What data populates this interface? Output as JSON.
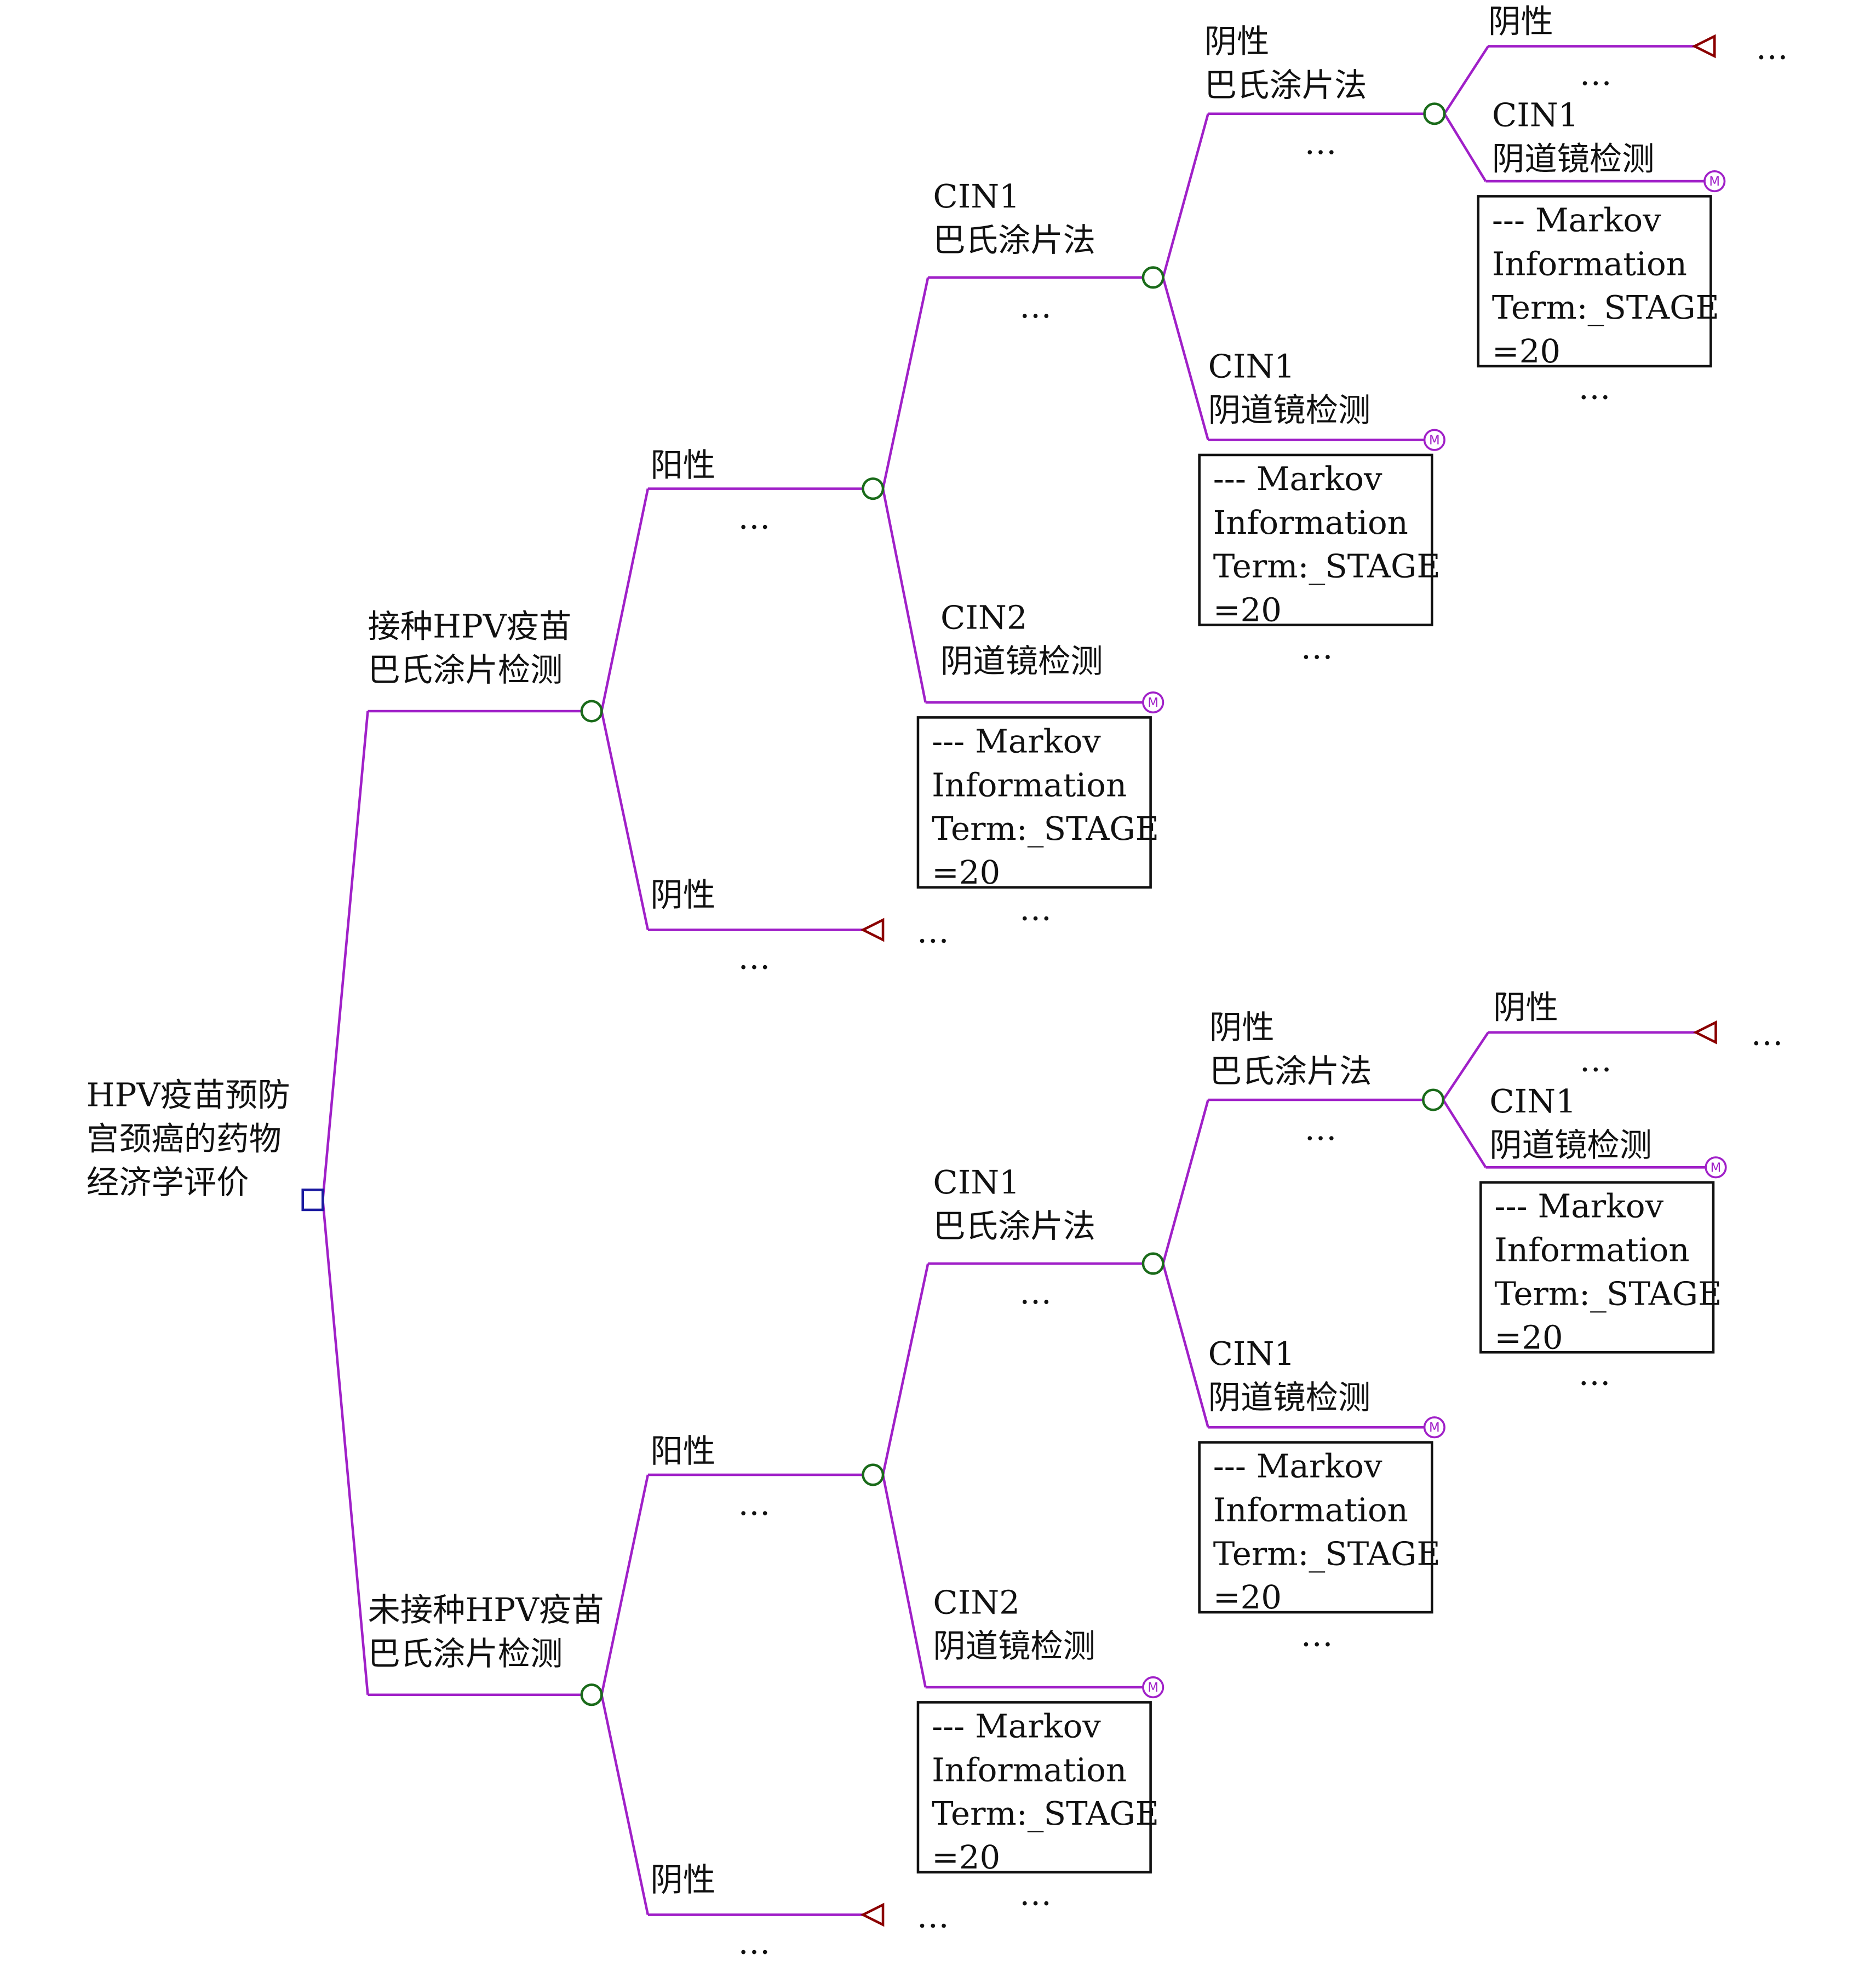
{
  "colors": {
    "branch": "#a020c8",
    "chance_node": "#1a6b1a",
    "decision_node": "#1a1aa0",
    "terminal_node": "#8b0000",
    "markov_node": "#a020c8",
    "text": "#111111"
  },
  "icons": {
    "decision": "square-decision-node-icon",
    "chance": "circle-chance-node-icon",
    "terminal": "triangle-terminal-node-icon",
    "markov": "circle-m-markov-node-icon"
  },
  "root": {
    "label_lines": [
      "HPV疫苗预防",
      "宫颈癌的药物",
      "经济学评价"
    ]
  },
  "ellipsis": "…",
  "markov_info": {
    "lines": [
      "--- Markov",
      "Information",
      "Term:_STAGE",
      "=20"
    ],
    "badge": "M"
  },
  "strategies": [
    {
      "label_lines": [
        "接种HPV疫苗",
        "巴氏涂片检测"
      ],
      "positive": {
        "label_lines": [
          "阳性"
        ],
        "cin1_pap": {
          "label_lines": [
            "CIN1",
            "巴氏涂片法"
          ],
          "negative_pap": {
            "label_lines": [
              "阴性",
              "巴氏涂片法"
            ],
            "negative": {
              "label_lines": [
                "阴性"
              ]
            },
            "cin1_colpo": {
              "label_lines": [
                "CIN1",
                "阴道镜检测"
              ]
            }
          },
          "cin1_colpo": {
            "label_lines": [
              "CIN1",
              "阴道镜检测"
            ]
          }
        },
        "cin2_colpo": {
          "label_lines": [
            "CIN2",
            "阴道镜检测"
          ]
        }
      },
      "negative": {
        "label_lines": [
          "阴性"
        ]
      }
    },
    {
      "label_lines": [
        "未接种HPV疫苗",
        "巴氏涂片检测"
      ],
      "positive": {
        "label_lines": [
          "阳性"
        ],
        "cin1_pap": {
          "label_lines": [
            "CIN1",
            "巴氏涂片法"
          ],
          "negative_pap": {
            "label_lines": [
              "阴性",
              "巴氏涂片法"
            ],
            "negative": {
              "label_lines": [
                "阴性"
              ]
            },
            "cin1_colpo": {
              "label_lines": [
                "CIN1",
                "阴道镜检测"
              ]
            }
          },
          "cin1_colpo": {
            "label_lines": [
              "CIN1",
              "阴道镜检测"
            ]
          }
        },
        "cin2_colpo": {
          "label_lines": [
            "CIN2",
            "阴道镜检测"
          ]
        }
      },
      "negative": {
        "label_lines": [
          "阴性"
        ]
      }
    }
  ]
}
